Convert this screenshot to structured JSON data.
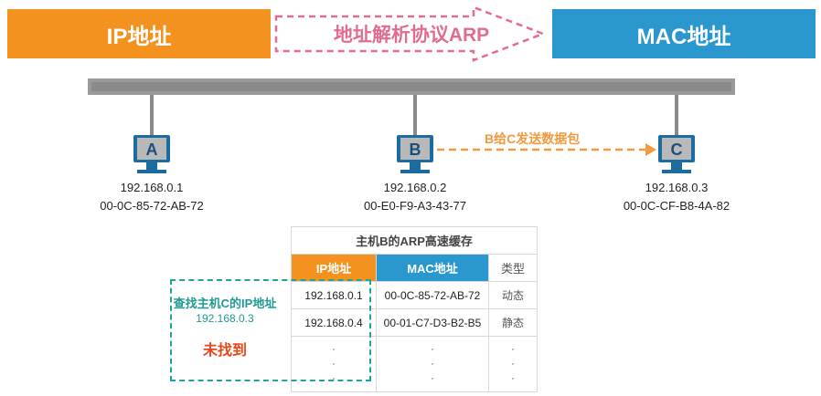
{
  "banners": {
    "ip": "IP地址",
    "mac": "MAC地址",
    "arrow": "地址解析协议ARP"
  },
  "hosts": [
    {
      "name": "A",
      "ip": "192.168.0.1",
      "mac": "00-0C-85-72-AB-72"
    },
    {
      "name": "B",
      "ip": "192.168.0.2",
      "mac": "00-E0-F9-A3-43-77"
    },
    {
      "name": "C",
      "ip": "192.168.0.3",
      "mac": "00-0C-CF-B8-4A-82"
    }
  ],
  "transfer_label": "B给C发送数据包",
  "arp_table": {
    "caption": "主机B的ARP高速缓存",
    "headers": {
      "ip": "IP地址",
      "mac": "MAC地址",
      "type": "类型"
    },
    "rows": [
      {
        "ip": "192.168.0.1",
        "mac": "00-0C-85-72-AB-72",
        "type": "动态"
      },
      {
        "ip": "192.168.0.4",
        "mac": "00-01-C7-D3-B2-B5",
        "type": "静态"
      }
    ],
    "ellipsis": "·"
  },
  "lookup": {
    "title": "查找主机C的IP地址",
    "ip": "192.168.0.3",
    "result": "未找到"
  },
  "colors": {
    "orange": "#f4921f",
    "blue": "#2a97cf",
    "pink": "#e16d8e",
    "teal": "#21a39a",
    "red": "#e8471c",
    "bus": "#8a8a8a",
    "monitor": "#1d6c9f"
  }
}
